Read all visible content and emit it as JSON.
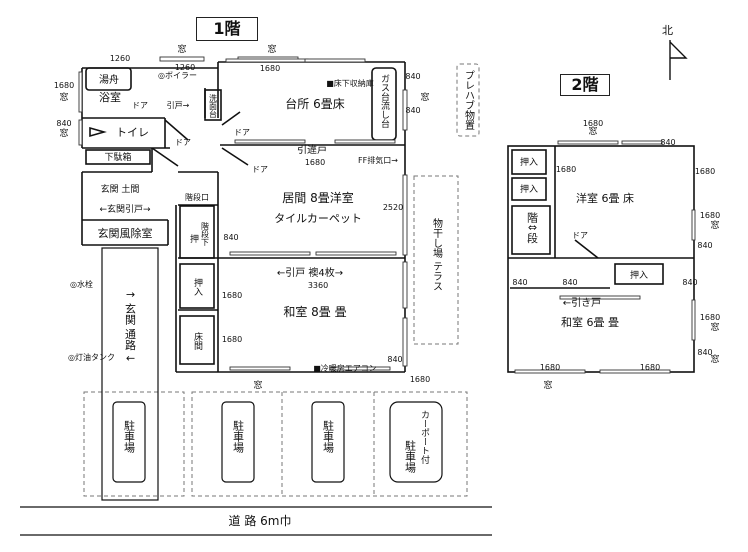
{
  "floor1": {
    "title": "1階",
    "rooms": {
      "bathtub": "湯舟",
      "bath": "浴室",
      "wash_basin": "洗面台",
      "toilet": "トイレ",
      "geta_box": "下駄箱",
      "entrance_doma": "玄関 土間",
      "entrance_sliding_door": "←玄関引戸→",
      "entrance_windbreak": "玄関風除室",
      "kitchen": "台所 6畳床",
      "living": "居間 8畳洋室",
      "living_carpet": "タイルカーペット",
      "staircase_opening": "階段口",
      "stairs_under": "階段下",
      "stairs_closet": "押",
      "closet": "押入",
      "tokonoma": "床間",
      "washitsu": "和室 8畳 畳",
      "sliding_doors": "←引戸 襖4枚→",
      "gas_stove": "ガス台流し台",
      "underfloor_storage": "■床下収納庫",
      "boiler": "◎ボイラー",
      "ff_vent": "FF排気口→",
      "aircon": "■冷暖房エアコン",
      "drying_area": "物干し場 テラス",
      "prefab_storage": "プレハブ物置",
      "faucet": "◎水栓",
      "oil_tank": "◎灯油タンク",
      "entrance_path": "↑ 玄関 通路 ↓"
    },
    "labels": {
      "window": "窓",
      "door": "ドア",
      "sliding_door": "引戸→",
      "sliding_door_center": "引違戸"
    },
    "dims": {
      "d1260": "1260",
      "d1680": "1680",
      "d840": "840",
      "d2520": "2520",
      "d3360": "3360"
    }
  },
  "floor2": {
    "title": "2階",
    "rooms": {
      "closet": "押入",
      "stairs": "階⇕段",
      "western": "洋室 6畳 床",
      "washitsu": "和室 6畳 畳",
      "sliding_door": "←引き戸"
    }
  },
  "site": {
    "north": "北",
    "parking": "駐車場",
    "carport": "カーポート付",
    "road": "道 路 6m巾"
  }
}
